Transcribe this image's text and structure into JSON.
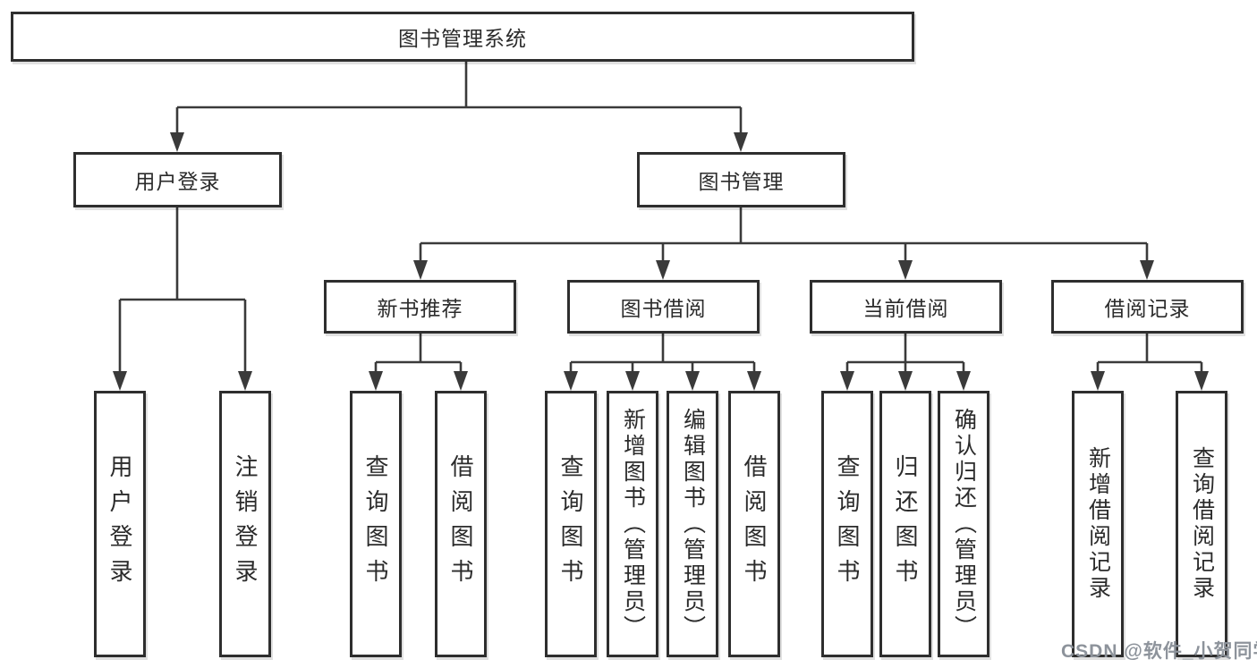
{
  "tree": {
    "root": {
      "label": "图书管理系统"
    },
    "branches": [
      {
        "label": "用户登录",
        "children": [
          "用户登录",
          "注销登录"
        ]
      },
      {
        "label": "图书管理",
        "sections": [
          {
            "label": "新书推荐",
            "children": [
              "查询图书",
              "借阅图书"
            ]
          },
          {
            "label": "图书借阅",
            "children": [
              "查询图书",
              "新增图书（管理员）",
              "编辑图书（管理员）",
              "借阅图书"
            ]
          },
          {
            "label": "当前借阅",
            "children": [
              "查询图书",
              "归还图书",
              "确认归还（管理员）"
            ]
          },
          {
            "label": "借阅记录",
            "children": [
              "新增借阅记录",
              "查询借阅记录"
            ]
          }
        ]
      }
    ]
  },
  "watermark": "CSDN @软件_小贺同学",
  "colors": {
    "line": "#3a3a3a",
    "border": "#2e2e2e",
    "text": "#2b2b2b",
    "watermark": "#8d939b"
  }
}
